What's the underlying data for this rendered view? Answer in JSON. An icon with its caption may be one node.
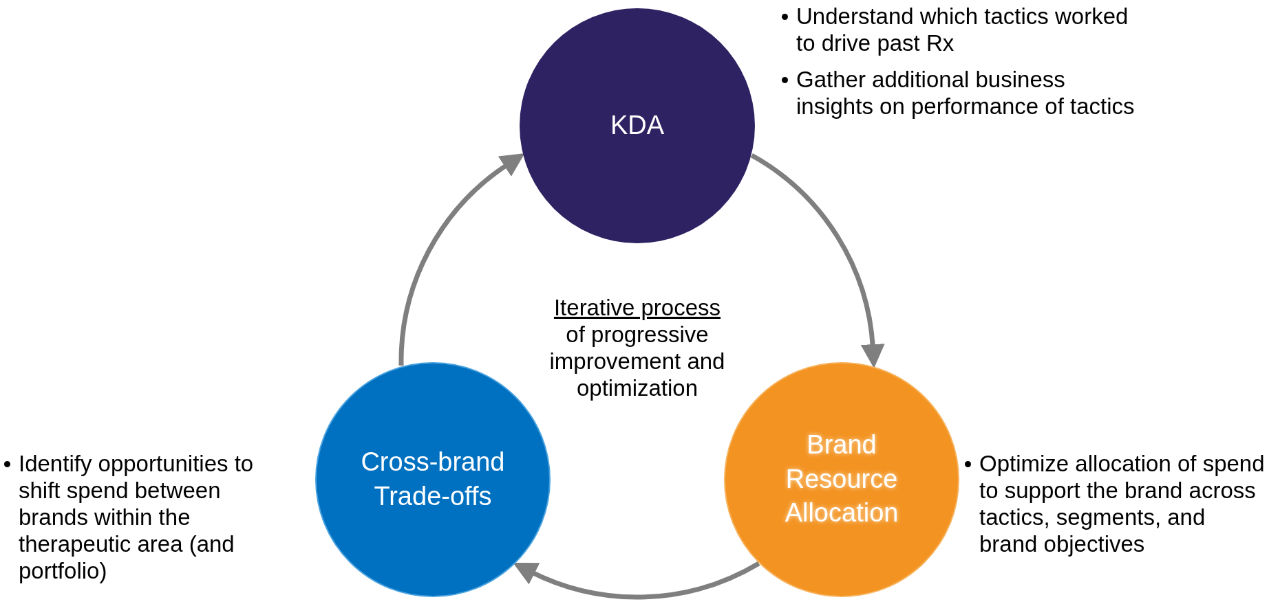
{
  "diagram": {
    "nodes": [
      {
        "text": [
          "KDA"
        ],
        "beside": [
          "Understand which tactics worked to drive past Rx",
          "Gather additional business insights on performance of tactics"
        ]
      },
      {
        "text": [
          "Brand Resource Allocation"
        ],
        "beside": [
          "Optimize allocation of spend to support the brand across tactics, segments, and brand objectives"
        ]
      },
      {
        "text": [
          "Cross-brand Trade-offs"
        ],
        "beside": [
          "Identify opportunities to shift spend between brands within the therapeutic area (and portfolio)"
        ]
      }
    ],
    "edges": [
      {
        "from": 0,
        "to": 1,
        "arrow": "to"
      },
      {
        "from": 1,
        "to": 2,
        "arrow": "to"
      },
      {
        "from": 2,
        "to": 0,
        "arrow": "to"
      }
    ],
    "labels": [
      "Iterative process",
      "of progressive improvement and optimization"
    ]
  }
}
